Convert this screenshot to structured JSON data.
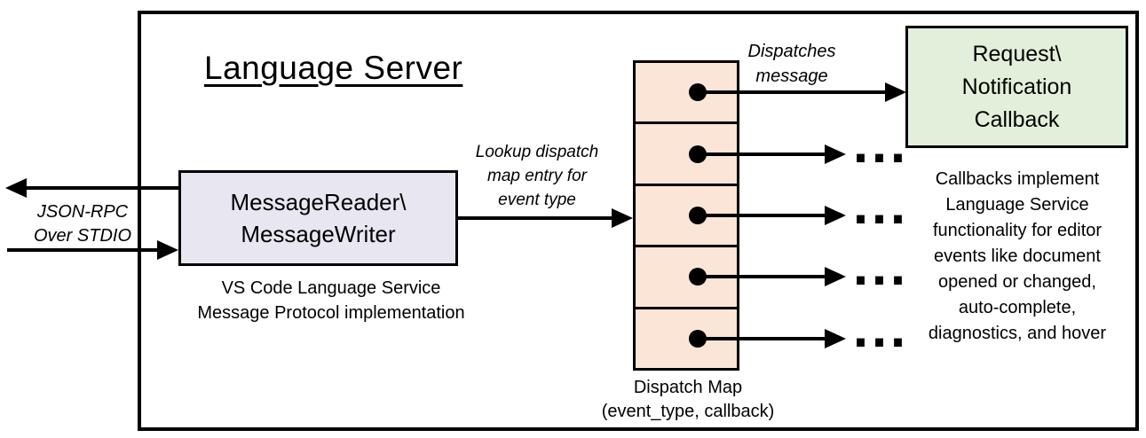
{
  "title": "Language Server",
  "io": {
    "line1": "JSON-RPC",
    "line2": "Over STDIO"
  },
  "message_reader": {
    "line1": "MessageReader\\",
    "line2": "MessageWriter",
    "caption1": "VS Code Language Service",
    "caption2": "Message Protocol implementation"
  },
  "lookup_label": {
    "line1": "Lookup dispatch",
    "line2": "map entry for",
    "line3": "event type"
  },
  "dispatch_map": {
    "caption1": "Dispatch Map",
    "caption2": "(event_type, callback)"
  },
  "dispatches_label": {
    "line1": "Dispatches",
    "line2": "message"
  },
  "callback_box": {
    "line1": "Request\\",
    "line2": "Notification",
    "line3": "Callback"
  },
  "ellipsis": "...",
  "note": {
    "line1": "Callbacks implement",
    "line2": "Language Service",
    "line3": "functionality for editor",
    "line4": "events like document",
    "line5": "opened or changed,",
    "line6": "auto-complete,",
    "line7": "diagnostics, and hover"
  },
  "colors": {
    "reader_fill": "#e8e6f0",
    "cell_fill": "#fbe5d6",
    "callback_fill": "#e2efda",
    "line": "#000000"
  }
}
